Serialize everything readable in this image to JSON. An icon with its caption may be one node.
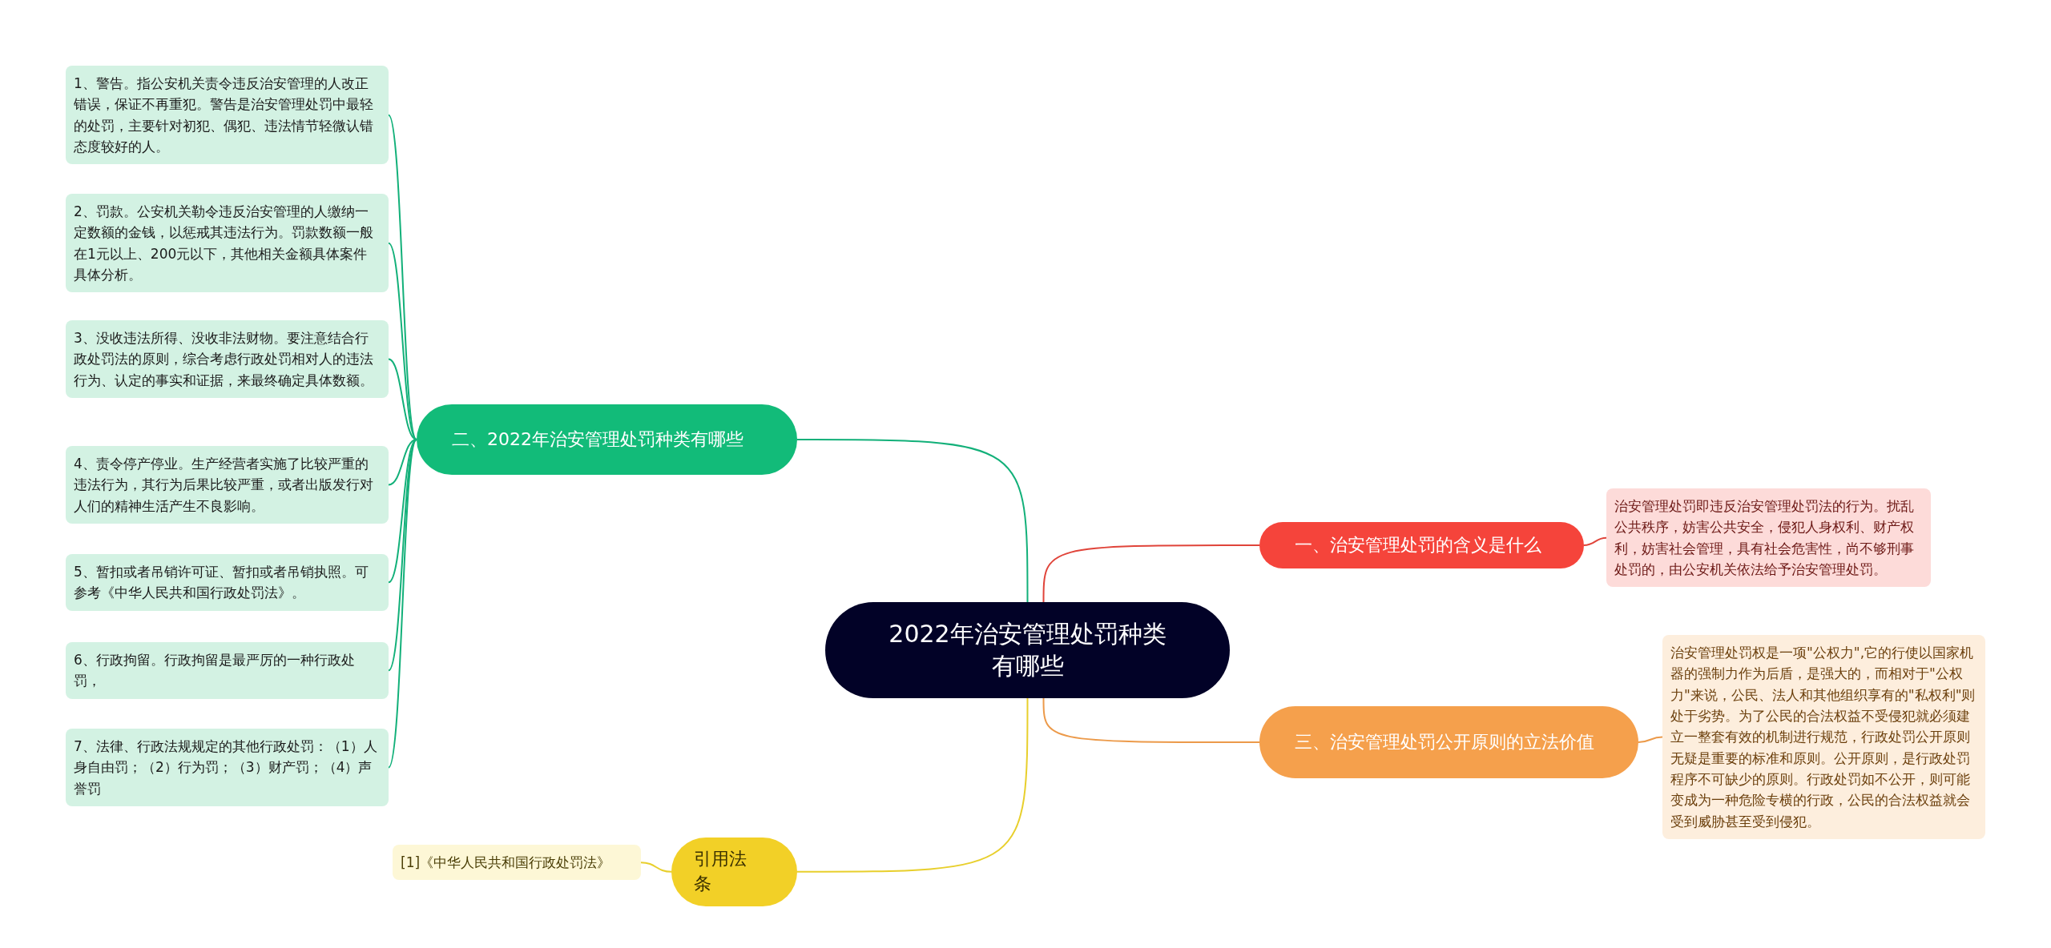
{
  "diagram": {
    "nodes": [
      {
        "text": [
          "2022年治安管理处罚种类有哪些"
        ]
      },
      {
        "text": [
          "二、2022年治安管理处罚种类有哪些"
        ]
      },
      {
        "text": [
          "1、警告。指公安机关责令违反治安管理的人改正错误，保证不再重犯。警告是治安管理处罚中最轻的处罚，主要针对初犯、偶犯、违法情节轻微认错态度较好的人。"
        ]
      },
      {
        "text": [
          "2、罚款。公安机关勒令违反治安管理的人缴纳一定数额的金钱，以惩戒其违法行为。罚款数额一般在1元以上、200元以下，其他相关金额具体案件具体分析。"
        ]
      },
      {
        "text": [
          "3、没收违法所得、没收非法财物。要注意结合行政处罚法的原则，综合考虑行政处罚相对人的违法行为、认定的事实和证据，来最终确定具体数额。"
        ]
      },
      {
        "text": [
          "4、责令停产停业。生产经营者实施了比较严重的违法行为，其行为后果比较严重，或者出版发行对人们的精神生活产生不良影响。"
        ]
      },
      {
        "text": [
          "5、暂扣或者吊销许可证、暂扣或者吊销执照。可参考《中华人民共和国行政处罚法》。"
        ]
      },
      {
        "text": [
          "6、行政拘留。行政拘留是最严厉的一种行政处罚，"
        ]
      },
      {
        "text": [
          "7、法律、行政法规规定的其他行政处罚：（1）人身自由罚；（2）行为罚；（3）财产罚；（4）声誉罚"
        ]
      },
      {
        "text": [
          "一、治安管理处罚的含义是什么"
        ]
      },
      {
        "text": [
          "治安管理处罚即违反治安管理处罚法的行为。扰乱公共秩序，妨害公共安全，侵犯人身权利、财产权利，妨害社会管理，具有社会危害性，尚不够刑事处罚的，由公安机关依法给予治安管理处罚。"
        ]
      },
      {
        "text": [
          "三、治安管理处罚公开原则的立法价值"
        ]
      },
      {
        "text": [
          "治安管理处罚权是一项\"公权力\",它的行使以国家机器的强制力作为后盾，是强大的，而相对于\"公权力\"来说，公民、法人和其他组织享有的\"私权利\"则处于劣势。为了公民的合法权益不受侵犯就必须建立一整套有效的机制进行规范，行政处罚公开原则无疑是重要的标准和原则。公开原则，是行政处罚程序不可缺少的原则。行政处罚如不公开，则可能变成为一种危险专横的行政，公民的合法权益就会受到威胁甚至受到侵犯。"
        ]
      },
      {
        "text": [
          "引用法条"
        ]
      },
      {
        "text": [
          "[1]《中华人民共和国行政处罚法》"
        ]
      }
    ],
    "edges": [
      {
        "from": 0,
        "to": 1,
        "arrow": "none"
      },
      {
        "from": 1,
        "to": 2,
        "arrow": "none"
      },
      {
        "from": 1,
        "to": 3,
        "arrow": "none"
      },
      {
        "from": 1,
        "to": 4,
        "arrow": "none"
      },
      {
        "from": 1,
        "to": 5,
        "arrow": "none"
      },
      {
        "from": 1,
        "to": 6,
        "arrow": "none"
      },
      {
        "from": 1,
        "to": 7,
        "arrow": "none"
      },
      {
        "from": 1,
        "to": 8,
        "arrow": "none"
      },
      {
        "from": 0,
        "to": 9,
        "arrow": "none",
        "color": "#e0443a"
      },
      {
        "from": 9,
        "to": 10,
        "arrow": "none",
        "color": "#e0443a"
      },
      {
        "from": 0,
        "to": 11,
        "arrow": "none",
        "color": "#ec9a4a"
      },
      {
        "from": 11,
        "to": 12,
        "arrow": "none",
        "color": "#ec9a4a"
      },
      {
        "from": 0,
        "to": 13,
        "arrow": "none",
        "color": "#e8cf2c"
      },
      {
        "from": 13,
        "to": 14,
        "arrow": "none",
        "color": "#e8cf2c"
      }
    ]
  }
}
